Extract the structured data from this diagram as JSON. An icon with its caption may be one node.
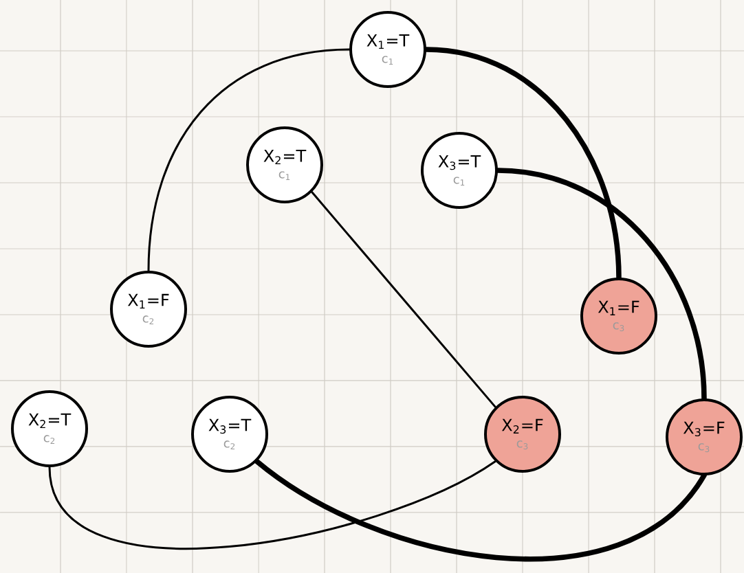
{
  "diagram": {
    "nodes": [
      {
        "text": [
          "X$_{1}$=T",
          "c$_{1}$"
        ]
      },
      {
        "text": [
          "X$_{2}$=T",
          "c$_{1}$"
        ]
      },
      {
        "text": [
          "X$_{3}$=T",
          "c$_{1}$"
        ]
      },
      {
        "text": [
          "X$_{1}$=F",
          "c$_{2}$"
        ]
      },
      {
        "text": [
          "X$_{1}$=F",
          "c$_{3}$"
        ]
      },
      {
        "text": [
          "X$_{2}$=T",
          "c$_{2}$"
        ]
      },
      {
        "text": [
          "X$_{3}$=T",
          "c$_{2}$"
        ]
      },
      {
        "text": [
          "X$_{2}$=F",
          "c$_{3}$"
        ]
      },
      {
        "text": [
          "X$_{3}$=F",
          "c$_{3}$"
        ]
      }
    ],
    "edges": [
      {
        "from": 0,
        "to": 3,
        "arrow": "none"
      },
      {
        "from": 0,
        "to": 4,
        "arrow": "none",
        "style": "thick"
      },
      {
        "from": 1,
        "to": 7,
        "arrow": "none"
      },
      {
        "from": 2,
        "to": 8,
        "arrow": "none",
        "style": "thick"
      },
      {
        "from": 5,
        "to": 7,
        "arrow": "none"
      },
      {
        "from": 6,
        "to": 8,
        "arrow": "none",
        "style": "thick"
      }
    ]
  }
}
